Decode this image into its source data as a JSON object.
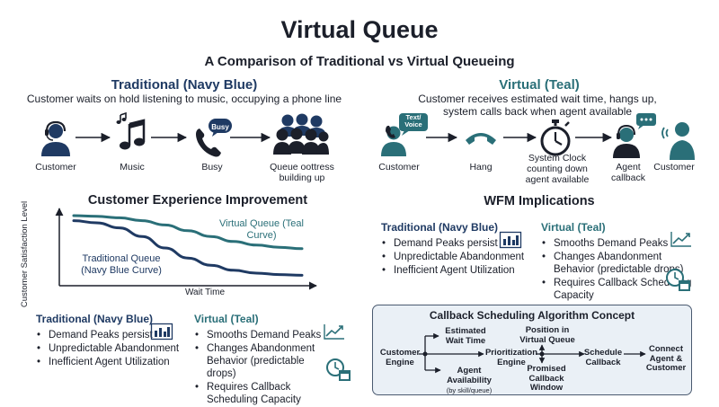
{
  "title": "Virtual Queue",
  "subtitle": "A Comparison of Traditional vs Virtual Queueing",
  "colors": {
    "navy": "#1f3a63",
    "teal": "#2a6f78",
    "dark": "#1b1f2a",
    "box_bg": "#eaf0f6"
  },
  "traditional": {
    "heading": "Traditional (Navy Blue)",
    "description": "Customer waits on hold listening to music, occupying a phone line",
    "steps": [
      {
        "label": "Customer",
        "icon": "customer-headset-icon"
      },
      {
        "label": "Music",
        "icon": "music-note-icon"
      },
      {
        "label": "Busy",
        "icon": "phone-busy-icon"
      },
      {
        "label": "Queue oottress building up",
        "icon": "crowd-icon"
      }
    ],
    "busy_bubble": "Busy"
  },
  "virtual": {
    "heading": "Virtual (Teal)",
    "description": "Customer receives estimated wait time, hangs up, system calls back when agent available",
    "steps": [
      {
        "label": "Customer",
        "icon": "customer-text-voice-icon"
      },
      {
        "label": "Hang",
        "icon": "hangup-phone-icon"
      },
      {
        "label": "System Clock counting down agent available",
        "icon": "stopwatch-icon"
      },
      {
        "label": "Agent callback",
        "icon": "agent-headset-icon"
      },
      {
        "label": "Customer",
        "icon": "customer-callback-icon"
      }
    ],
    "text_voice_bubble": "Text/ Voice"
  },
  "cx": {
    "heading": "Customer Experience Improvement",
    "y_axis": "Customer Satisfaction Level",
    "x_axis": "Wait Time",
    "virtual_curve_label": "Virtual Queue (Teal Curve)",
    "traditional_curve_label": "Traditional Queue (Navy Blue Curve)"
  },
  "chart_data": {
    "type": "line",
    "title": "Customer Experience Improvement",
    "xlabel": "Wait Time",
    "ylabel": "Customer Satisfaction Level",
    "x": [
      0,
      0.1,
      0.2,
      0.3,
      0.4,
      0.5,
      0.6,
      0.7,
      0.8,
      0.9,
      1.0
    ],
    "series": [
      {
        "name": "Virtual Queue (Teal Curve)",
        "color": "#2a6f78",
        "values": [
          0.95,
          0.94,
          0.92,
          0.88,
          0.82,
          0.74,
          0.66,
          0.59,
          0.54,
          0.51,
          0.49
        ]
      },
      {
        "name": "Traditional Queue (Navy Blue Curve)",
        "color": "#1f3a63",
        "values": [
          0.88,
          0.85,
          0.78,
          0.66,
          0.5,
          0.36,
          0.26,
          0.19,
          0.15,
          0.13,
          0.12
        ]
      }
    ]
  },
  "wfm": {
    "heading": "WFM Implications",
    "traditional": {
      "heading": "Traditional (Navy Blue)",
      "items": [
        "Demand Peaks persist",
        "Unpredictable Abandonment",
        "Inefficient Agent Utilization"
      ]
    },
    "virtual": {
      "heading": "Virtual (Teal)",
      "items": [
        "Smooths Demand Peaks",
        "Changes Abandonment Behavior (predictable drops)",
        "Requires Callback Scheduling Capacity"
      ]
    }
  },
  "bottom": {
    "traditional": {
      "heading": "Traditional (Navy Blue)",
      "items": [
        "Demand Peaks persist",
        "Unpredictable Abandonment",
        "Inefficient Agent Utilization"
      ]
    },
    "virtual": {
      "heading": "Virtual (Teal)",
      "items": [
        "Smooths Demand Peaks",
        "Changes Abandonment Behavior (predictable drops)",
        "Requires Callback Scheduling Capacity"
      ]
    }
  },
  "algorithm": {
    "heading": "Callback Scheduling Algorithm Concept",
    "customer_engine": "Customer Engine",
    "estimated_wait": "Estimated Wait Time",
    "agent_availability": "Agent Availability",
    "agent_availability_note": "(by skill/queue)",
    "prioritization_engine": "Prioritization Engine",
    "position": "Position in Virtual Queue",
    "promised_window": "Promised Callback Window",
    "schedule_callback": "Schedule Callback",
    "connect": "Connect Agent & Customer"
  }
}
